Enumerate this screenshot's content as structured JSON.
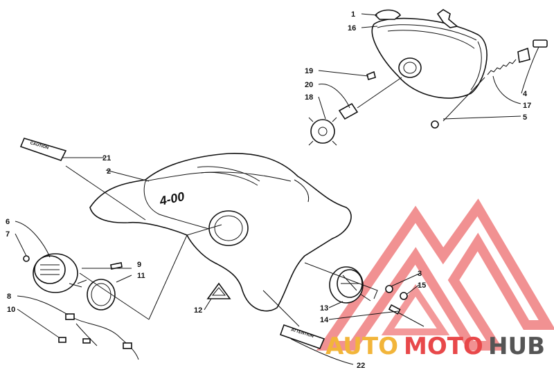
{
  "callouts": [
    {
      "id": "c1",
      "label": "1"
    },
    {
      "id": "c16",
      "label": "16"
    },
    {
      "id": "c19",
      "label": "19"
    },
    {
      "id": "c20",
      "label": "20"
    },
    {
      "id": "c18",
      "label": "18"
    },
    {
      "id": "c4",
      "label": "4"
    },
    {
      "id": "c17",
      "label": "17"
    },
    {
      "id": "c5",
      "label": "5"
    },
    {
      "id": "c21",
      "label": "21"
    },
    {
      "id": "c2",
      "label": "2"
    },
    {
      "id": "c6",
      "label": "6"
    },
    {
      "id": "c7",
      "label": "7"
    },
    {
      "id": "c9",
      "label": "9"
    },
    {
      "id": "c11",
      "label": "11"
    },
    {
      "id": "c8",
      "label": "8"
    },
    {
      "id": "c10",
      "label": "10"
    },
    {
      "id": "c12",
      "label": "12"
    },
    {
      "id": "c3",
      "label": "3"
    },
    {
      "id": "c15",
      "label": "15"
    },
    {
      "id": "c13",
      "label": "13"
    },
    {
      "id": "c14",
      "label": "14"
    },
    {
      "id": "c22",
      "label": "22"
    }
  ],
  "decals": {
    "caution_text": "CAUTION",
    "attention_text": "ATTENTION",
    "hood_badge_text": "4-00"
  },
  "watermark": {
    "auto": "AUTO",
    "moto": "MOTO",
    "hub": "HUB",
    "color_auto": "#f2b53a",
    "color_moto": "#e8484a",
    "color_hub": "#555555",
    "logo_color": "#e8484a"
  }
}
